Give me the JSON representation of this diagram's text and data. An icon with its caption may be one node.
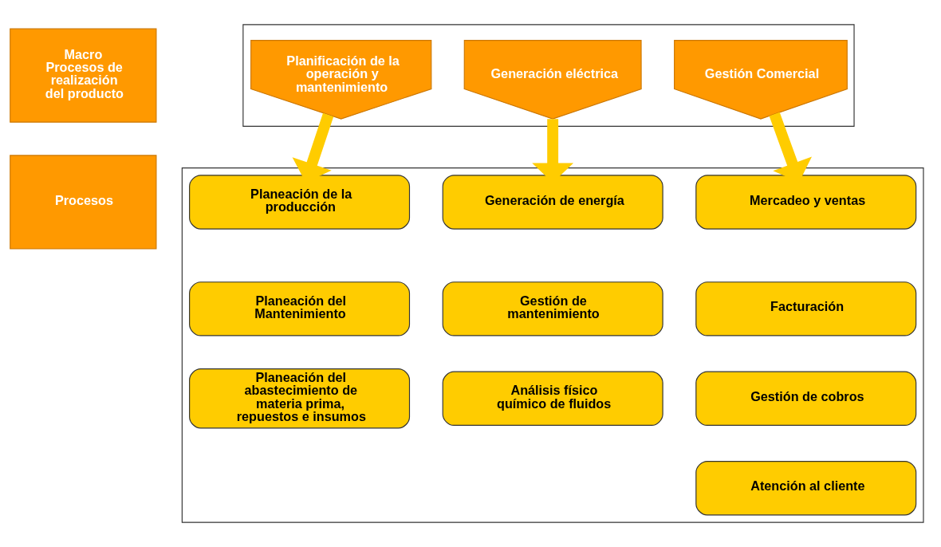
{
  "diagram": {
    "nodes": [
      {
        "text": [
          "Macro Procesos de realización del producto"
        ]
      },
      {
        "text": [],
        "shape": "box"
      },
      {
        "text": [
          "Planificación de la operación y mantenimiento"
        ],
        "in": 1
      },
      {
        "text": [
          "Generación eléctrica"
        ],
        "in": 1
      },
      {
        "text": [
          "Gestión Comercial"
        ],
        "in": 1
      },
      {
        "text": [
          "Procesos"
        ]
      },
      {
        "text": [],
        "shape": "box"
      },
      {
        "text": [
          "Planeación de la producción"
        ],
        "in": 6
      },
      {
        "text": [
          "Planeación del Mantenimiento"
        ],
        "in": 6
      },
      {
        "text": [
          "Planeación del abastecimiento de materia prima, repuestos e insumos"
        ],
        "in": 6
      },
      {
        "text": [
          "Generación de energía"
        ],
        "in": 6
      },
      {
        "text": [
          "Gestión de mantenimiento"
        ],
        "in": 6
      },
      {
        "text": [
          "Análisis físico químico de fluidos"
        ],
        "in": 6
      },
      {
        "text": [
          "Mercadeo y ventas"
        ],
        "in": 6
      },
      {
        "text": [
          "Facturación"
        ],
        "in": 6
      },
      {
        "text": [
          "Gestión de cobros"
        ],
        "in": 6
      },
      {
        "text": [
          "Atención al cliente"
        ],
        "in": 6
      }
    ],
    "edges": [
      {
        "from": 2,
        "to": 7,
        "arrow": "to"
      },
      {
        "from": 3,
        "to": 10,
        "arrow": "to"
      },
      {
        "from": 4,
        "to": 13,
        "arrow": "to"
      }
    ]
  }
}
